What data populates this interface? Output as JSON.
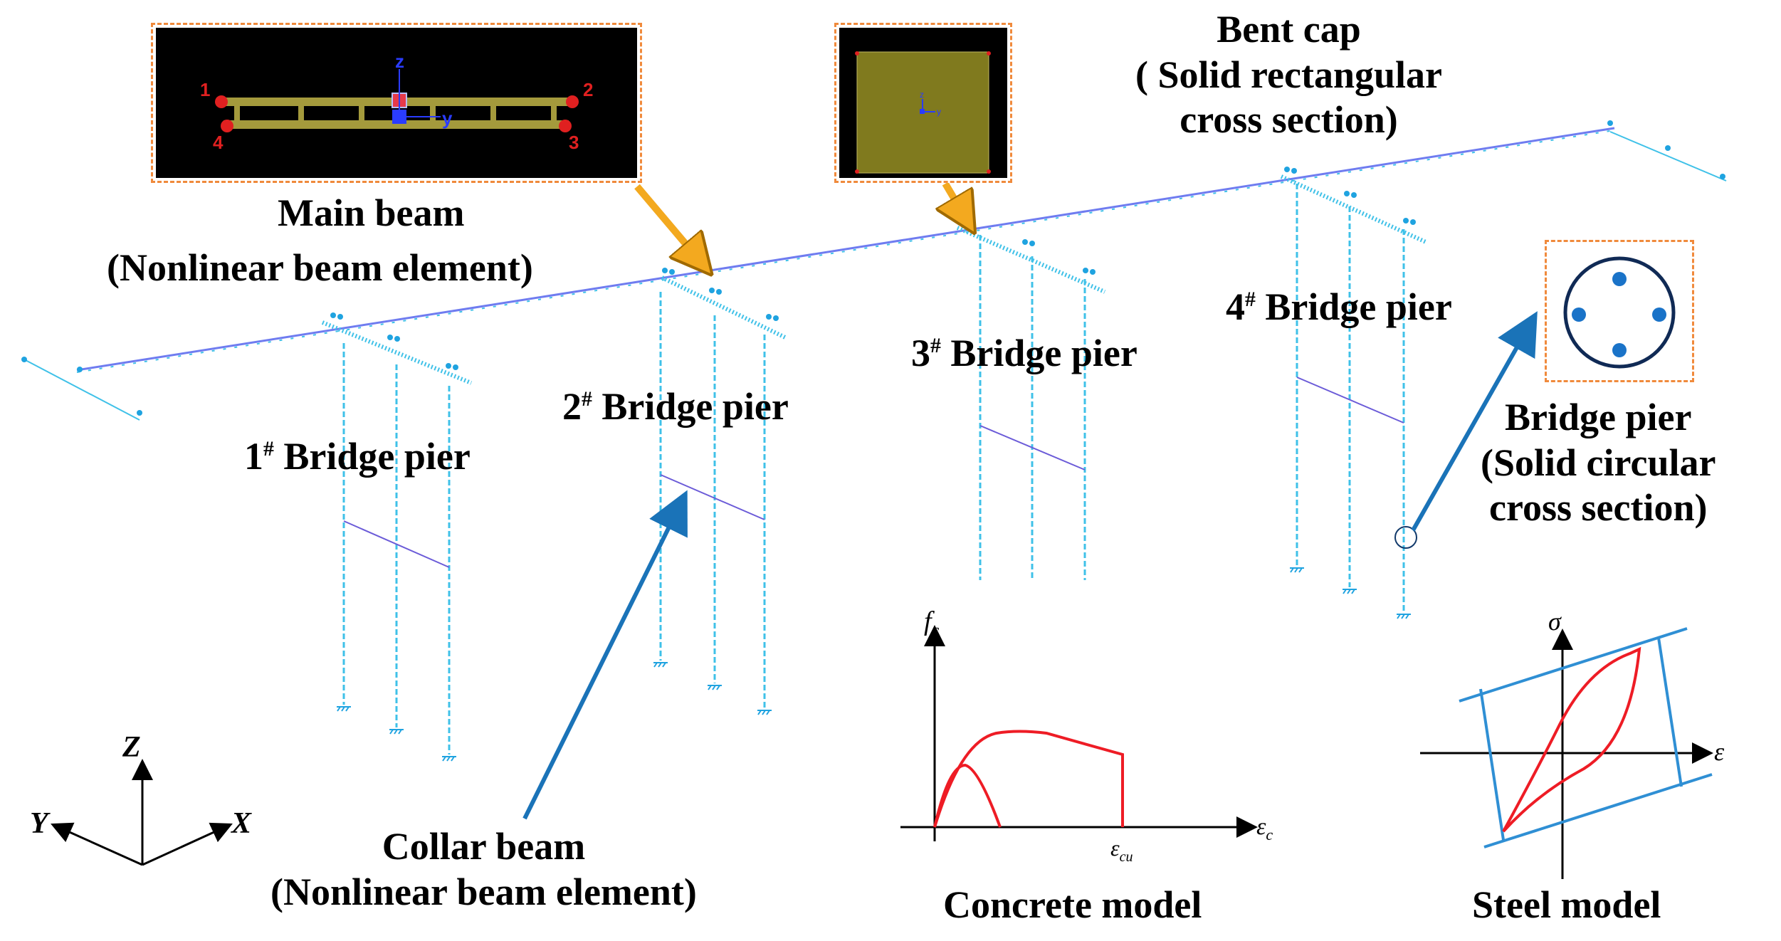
{
  "labels": {
    "main_beam": {
      "line1": "Main beam",
      "line2": "(Nonlinear beam element)"
    },
    "bent_cap": {
      "line1": "Bent cap",
      "line2": "( Solid rectangular",
      "line3": "cross section)"
    },
    "pier_section": {
      "line1": "Bridge pier",
      "line2": "(Solid circular",
      "line3": "cross section)"
    },
    "collar_beam": {
      "line1": "Collar beam",
      "line2": "(Nonlinear beam element)"
    },
    "concrete_model": "Concrete model",
    "steel_model": "Steel model"
  },
  "piers": [
    {
      "num": "1",
      "sup": "#",
      "label": "Bridge pier"
    },
    {
      "num": "2",
      "sup": "#",
      "label": "Bridge pier"
    },
    {
      "num": "3",
      "sup": "#",
      "label": "Bridge pier"
    },
    {
      "num": "4",
      "sup": "#",
      "label": "Bridge pier"
    }
  ],
  "main_beam_inset": {
    "node_labels": [
      "1",
      "2",
      "3",
      "4"
    ],
    "axis_labels": [
      "z",
      "y"
    ]
  },
  "bent_cap_inset": {
    "axis_labels": [
      "z",
      "y"
    ]
  },
  "axes": {
    "z": "Z",
    "y": "Y",
    "x": "X"
  },
  "concrete_chart": {
    "ylabel": "f",
    "ylabel_sub": "c",
    "xlabel": "ε",
    "xlabel_sub": "c",
    "tick": "ε",
    "tick_sub": "cu"
  },
  "steel_chart": {
    "ylabel": "σ",
    "xlabel": "ε"
  },
  "colors": {
    "model_line": "#3fc1e8",
    "model_node": "#1fa3e0",
    "deck_line": "#6f7cf0",
    "collar": "#6b5bd8",
    "arrow_blue": "#1a73b8",
    "arrow_orange": "#f3a91f",
    "inset_border": "#f08a3c",
    "curve_red": "#ee1c25",
    "steel_blue": "#2f8fd4"
  }
}
